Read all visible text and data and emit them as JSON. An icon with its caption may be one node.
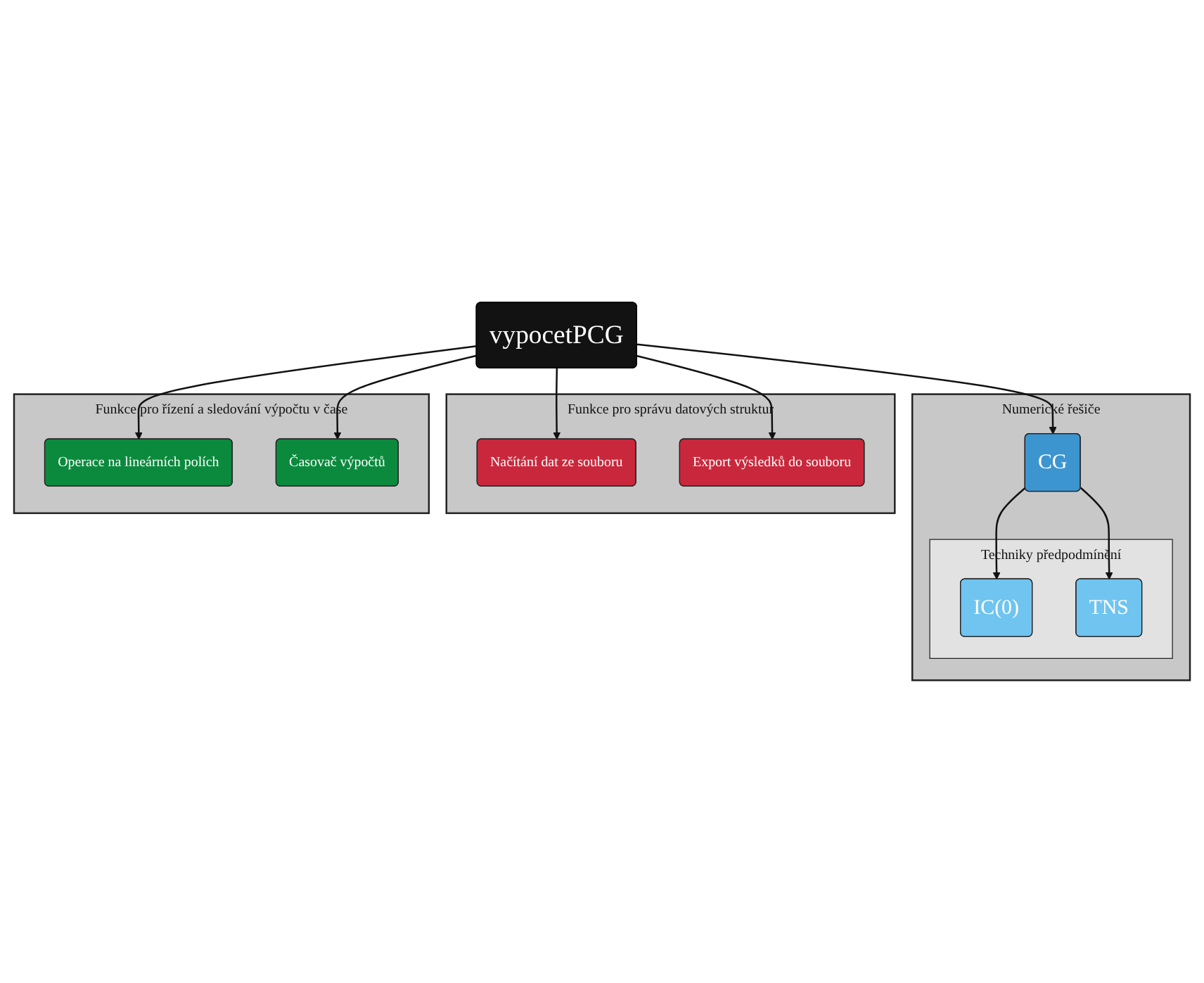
{
  "diagram": {
    "nodes": [
      {
        "text": [
          "Numerické řešiče"
        ]
      },
      {
        "text": [
          "Techniky předpodmínění"
        ],
        "in": 0
      },
      {
        "text": [
          "IC(0)"
        ],
        "in": 1
      },
      {
        "text": [
          "TNS"
        ],
        "in": 1
      },
      {
        "text": [
          "CG"
        ],
        "in": 0
      },
      {
        "text": [
          "vypocetPCG"
        ]
      },
      {
        "text": [
          "Funkce pro správu datových struktur"
        ]
      },
      {
        "text": [
          "Načítání dat ze souboru"
        ],
        "in": 6
      },
      {
        "text": [
          "Export výsledků do souboru"
        ],
        "in": 6
      },
      {
        "text": [
          "Funkce pro řízení a sledování výpočtu v čase"
        ]
      },
      {
        "text": [
          "Operace na lineárních polích"
        ],
        "in": 9
      },
      {
        "text": [
          "Časovač výpočtů"
        ],
        "in": 9
      }
    ],
    "edges": [
      {
        "from": 4,
        "to": 2,
        "arrow": "to"
      },
      {
        "from": 4,
        "to": 3,
        "arrow": "to"
      },
      {
        "from": 5,
        "to": 4,
        "arrow": "to"
      },
      {
        "from": 5,
        "to": 7,
        "arrow": "to"
      },
      {
        "from": 5,
        "to": 8,
        "arrow": "to"
      },
      {
        "from": 5,
        "to": 10,
        "arrow": "to"
      },
      {
        "from": 5,
        "to": 11,
        "arrow": "to"
      }
    ]
  }
}
